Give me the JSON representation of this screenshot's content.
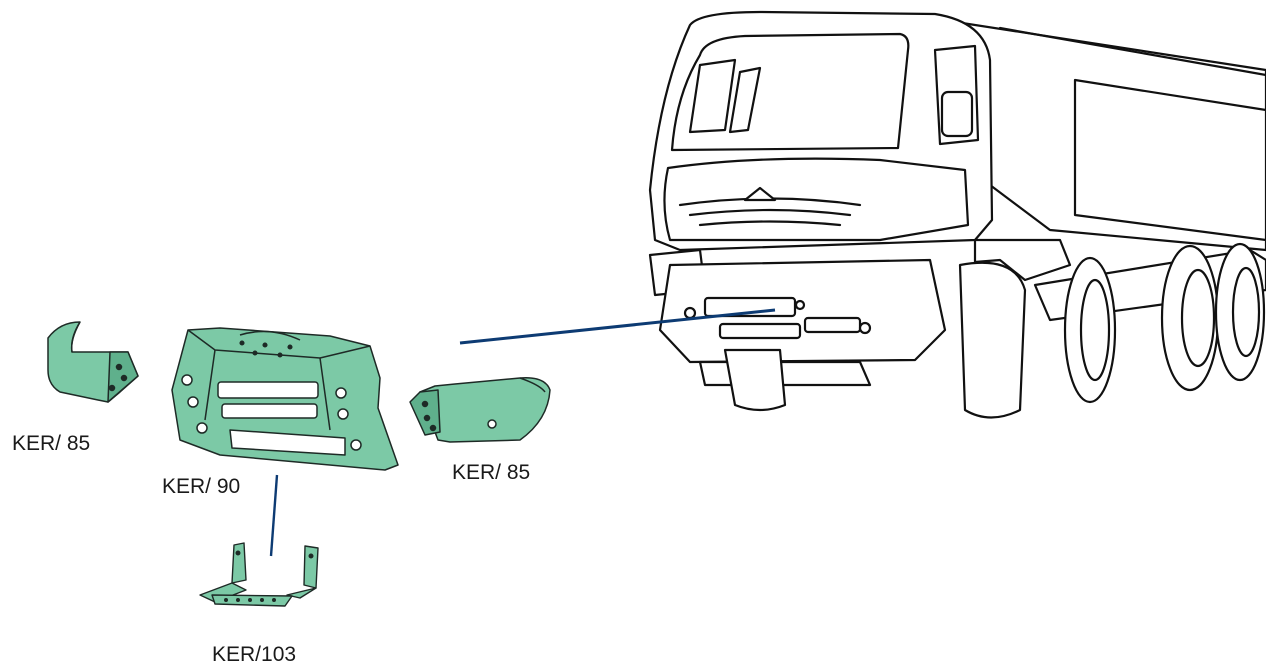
{
  "labels": {
    "left_corner": "KER/ 85",
    "center_bumper": "KER/ 90",
    "right_corner": "KER/ 85",
    "step_bracket": "KER/103"
  },
  "colors": {
    "part_fill": "#7cc9a6",
    "part_stroke": "#1e2a26",
    "leader_line": "#0d3b73",
    "truck_stroke": "#111111"
  }
}
